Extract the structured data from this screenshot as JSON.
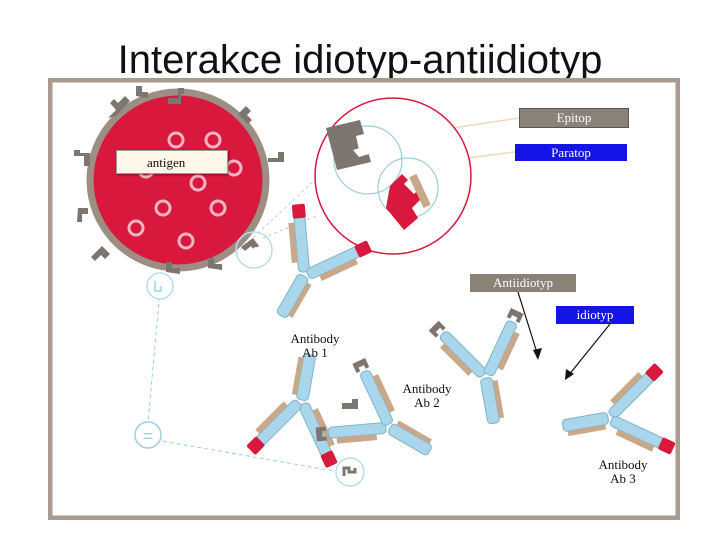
{
  "title": "Interakce idiotyp-antiidiotyp",
  "labels": {
    "epitop": "Epitop",
    "paratop": "Paratop",
    "antigen": "antigen",
    "antiidiotyp": "Antiidiotyp",
    "idiotyp": "idiotyp",
    "equals_symbol": "="
  },
  "antibodies": [
    {
      "line1": "Antibody",
      "line2": "Ab 1"
    },
    {
      "line1": "Antibody",
      "line2": "Ab 2"
    },
    {
      "line1": "Antibody",
      "line2": "Ab 3"
    }
  ],
  "colors": {
    "frame": "#a89a8c",
    "antigen_red": "#d8183c",
    "epitope_gray": "#7d7570",
    "antibody_blue": "#a9d6ea",
    "antibody_red": "#d8183c",
    "label_blue": "#1414e8",
    "label_gray": "#8a8178"
  }
}
